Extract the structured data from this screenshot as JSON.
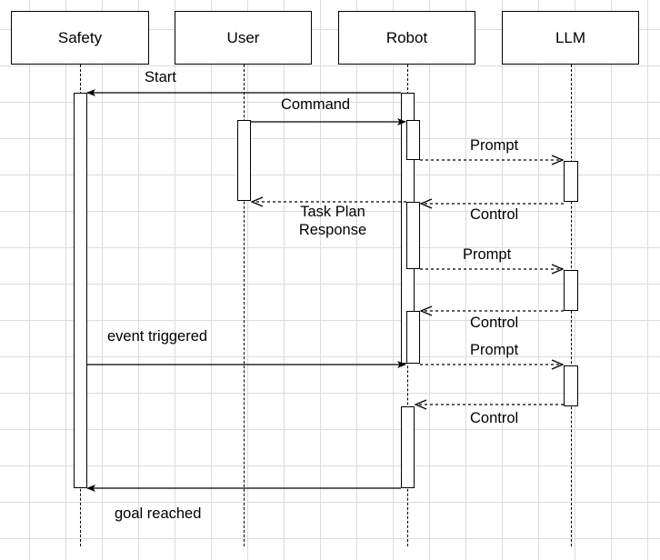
{
  "participants": {
    "safety": "Safety",
    "user": "User",
    "robot": "Robot",
    "llm": "LLM"
  },
  "messages": {
    "start": "Start",
    "command": "Command",
    "prompt_1": "Prompt",
    "control_1": "Control",
    "task_plan_response": [
      "Task Plan",
      "Response"
    ],
    "prompt_2": "Prompt",
    "control_2": "Control",
    "event_triggered": "event triggered",
    "prompt_3": "Prompt",
    "control_3": "Control",
    "goal_reached": "goal reached"
  },
  "colors": {
    "line": "#000000",
    "grid": "#dcdcdc"
  }
}
